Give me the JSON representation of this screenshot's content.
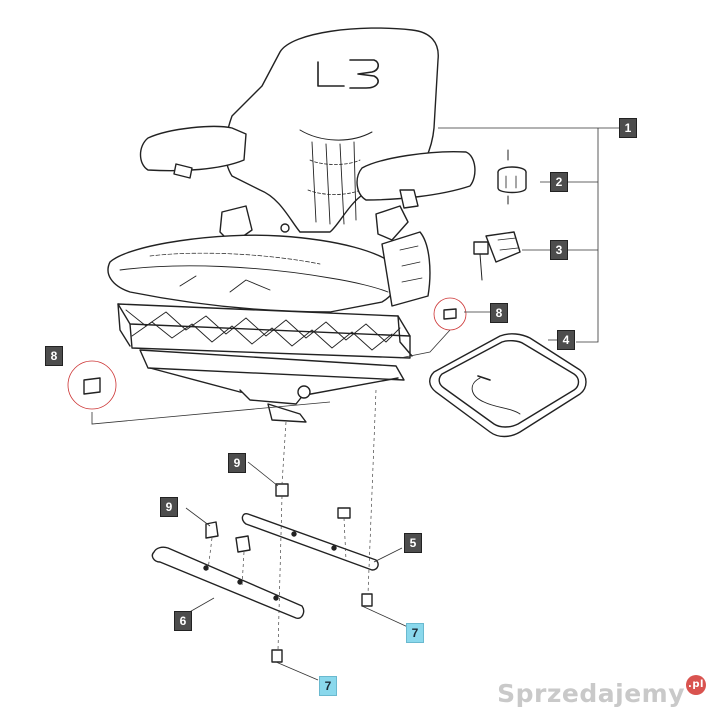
{
  "callouts": [
    {
      "id": "c1",
      "label": "1",
      "color": "#4d4d4d"
    },
    {
      "id": "c2",
      "label": "2",
      "color": "#4d4d4d"
    },
    {
      "id": "c3",
      "label": "3",
      "color": "#4d4d4d"
    },
    {
      "id": "c4",
      "label": "4",
      "color": "#4d4d4d"
    },
    {
      "id": "c5",
      "label": "5",
      "color": "#4d4d4d"
    },
    {
      "id": "c6",
      "label": "6",
      "color": "#4d4d4d"
    },
    {
      "id": "c7a",
      "label": "7",
      "color": "#8ad8ec"
    },
    {
      "id": "c7b",
      "label": "7",
      "color": "#8ad8ec"
    },
    {
      "id": "c8a",
      "label": "8",
      "color": "#4d4d4d"
    },
    {
      "id": "c8b",
      "label": "8",
      "color": "#4d4d4d"
    },
    {
      "id": "c9a",
      "label": "9",
      "color": "#4d4d4d"
    },
    {
      "id": "c9b",
      "label": "9",
      "color": "#4d4d4d"
    }
  ],
  "watermark": {
    "text": "Sprzedajemy",
    "badge": ".pl"
  }
}
